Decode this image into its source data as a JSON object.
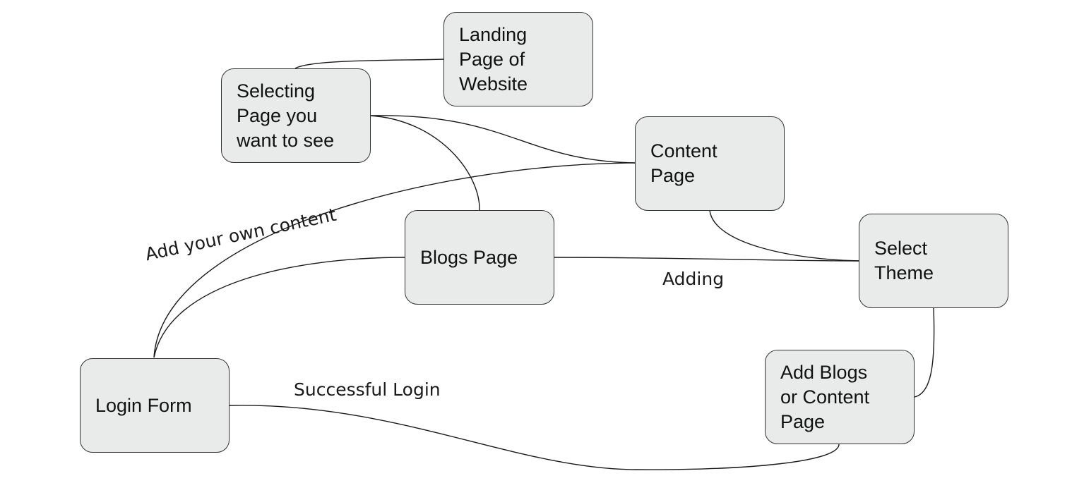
{
  "nodes": {
    "landing": "Landing\nPage of\nWebsite",
    "selecting": "Selecting\nPage you\nwant to see",
    "content": "Content\nPage",
    "blogs": "Blogs Page",
    "theme": "Select\nTheme",
    "login": "Login Form",
    "add_blogs": "Add Blogs\nor Content\nPage"
  },
  "edge_labels": {
    "add_own_content": "Add your own content",
    "adding": "Adding",
    "successful_login": "Successful Login"
  }
}
